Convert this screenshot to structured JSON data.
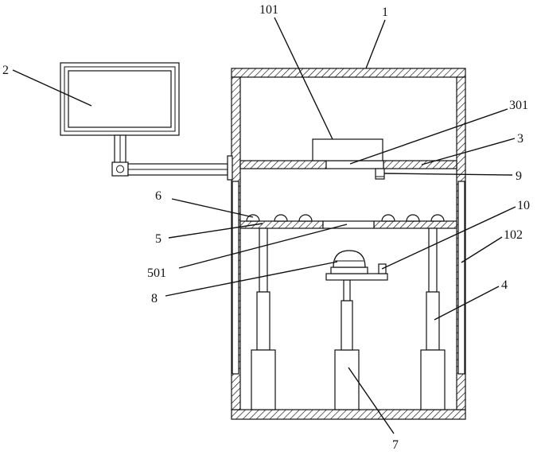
{
  "labels": {
    "l1": "1",
    "l101": "101",
    "l2": "2",
    "l301": "301",
    "l3": "3",
    "l9": "9",
    "l6": "6",
    "l10": "10",
    "l5": "5",
    "l102": "102",
    "l501": "501",
    "l4": "4",
    "l8": "8",
    "l7": "7"
  }
}
